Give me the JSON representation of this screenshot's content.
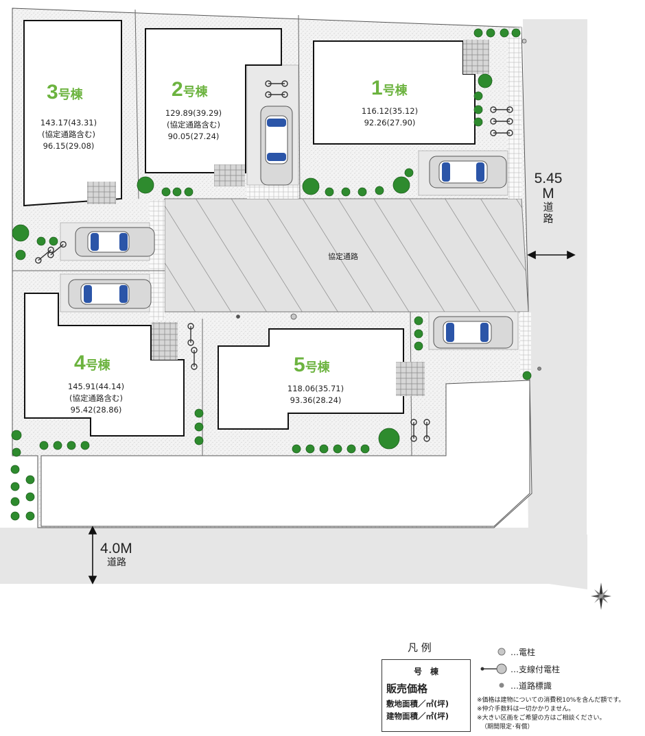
{
  "lots": [
    {
      "number": "3",
      "suffix": "号棟",
      "price": "143.17",
      "price_tsubo": "(43.31)",
      "note": "(協定通路含む)",
      "building": "96.15",
      "building_tsubo": "(29.08)"
    },
    {
      "number": "2",
      "suffix": "号棟",
      "price": "129.89",
      "price_tsubo": "(39.29)",
      "note": "(協定通路含む)",
      "building": "90.05",
      "building_tsubo": "(27.24)"
    },
    {
      "number": "1",
      "suffix": "号棟",
      "price": "116.12",
      "price_tsubo": "(35.12)",
      "note": "",
      "building": "92.26",
      "building_tsubo": "(27.90)"
    },
    {
      "number": "4",
      "suffix": "号棟",
      "price": "145.91",
      "price_tsubo": "(44.14)",
      "note": "(協定通路含む)",
      "building": "95.42",
      "building_tsubo": "(28.86)"
    },
    {
      "number": "5",
      "suffix": "号棟",
      "price": "118.06",
      "price_tsubo": "(35.71)",
      "note": "",
      "building": "93.36",
      "building_tsubo": "(28.24)"
    }
  ],
  "roads": {
    "east_width": "5.45",
    "east_unit": "M",
    "east_name_1": "道",
    "east_name_2": "路",
    "south_width": "4.0M",
    "south_name": "道路",
    "shared_path": "協定通路"
  },
  "legend": {
    "title": "凡 例",
    "box_row1": "号　棟",
    "box_row2": "販売価格",
    "box_row3": "敷地面積／㎡(坪)",
    "box_row4": "建物面積／㎡(坪)",
    "item_pole": "…電柱",
    "item_guy_pole": "…支線付電柱",
    "item_road_sign": "…道路標識",
    "notes": [
      "※価格は建物についての消費税10%を含んだ額です。",
      "※仲介手数料は一切かかりません。",
      "※大きい区画をご希望の方はご相談ください。",
      "（期間限定･有償）"
    ]
  },
  "icons": {
    "compass": "compass-rose-icon",
    "car": "car-icon",
    "bicycle": "bicycle-icon",
    "tree": "tree-icon",
    "utility_pole": "utility-pole-icon"
  },
  "colors": {
    "lot_number": "#6cb33f",
    "road": "#e6e6e6",
    "path_hatch": "#9a9a9a",
    "speckle": "#f0f0f0",
    "tree": "#2e8b2e"
  }
}
